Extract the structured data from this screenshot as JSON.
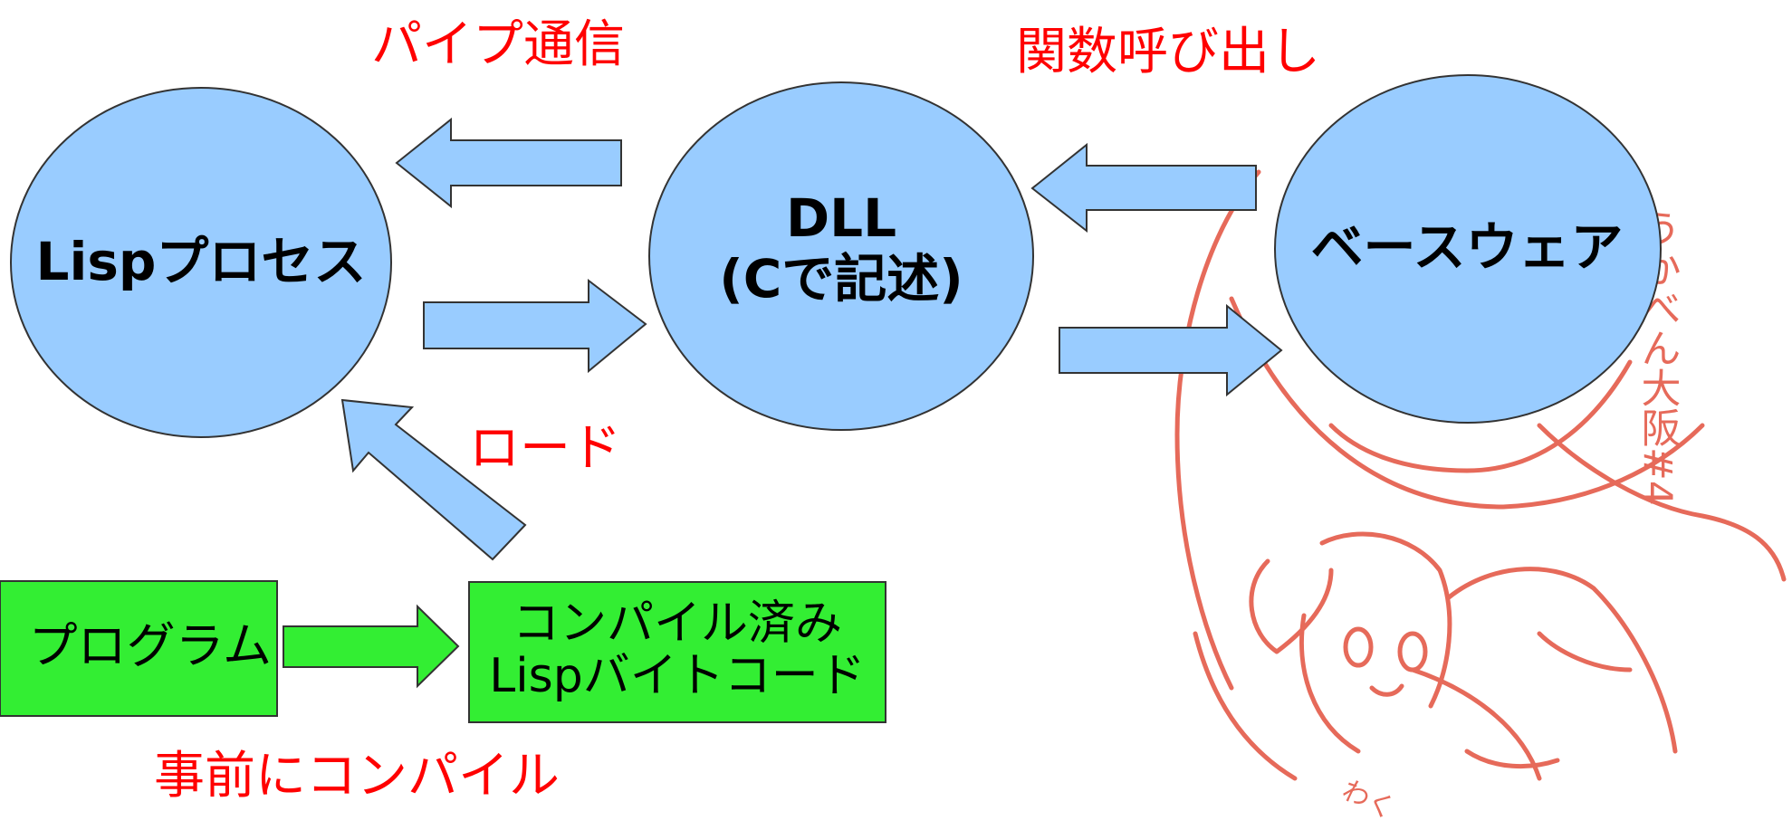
{
  "labels": {
    "pipe": "パイプ通信",
    "call": "関数呼び出し",
    "load": "ロード",
    "precompile": "事前にコンパイル"
  },
  "nodes": {
    "lisp": "Lispプロセス",
    "dll_line1": "DLL",
    "dll_line2": "(Cで記述)",
    "baseware": "ベースウェア"
  },
  "boxes": {
    "program": "プログラム",
    "compiled_line1": "コンパイル済み",
    "compiled_line2": "Lispバイトコード"
  },
  "sketch": {
    "signature": "うかべん大阪#4",
    "scribble": "わく"
  },
  "colors": {
    "node_fill": "#99ccff",
    "box_fill": "#33ee33",
    "label": "#ff0000",
    "sketch": "#e66a5a"
  }
}
